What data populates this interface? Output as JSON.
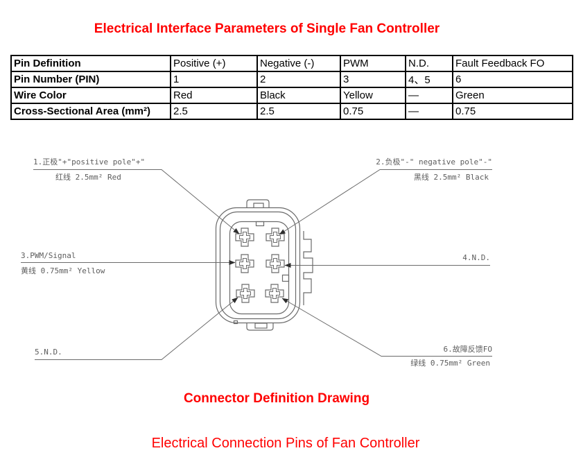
{
  "page": {
    "title": "Electrical Interface Parameters of Single Fan Controller",
    "caption_drawing": "Connector Definition Drawing",
    "caption_bottom": "Electrical Connection Pins of Fan Controller",
    "accent_color": "#ff0000"
  },
  "table": {
    "rows": [
      {
        "header": "Pin Definition",
        "cells": [
          "Positive (+)",
          "Negative (-)",
          "PWM",
          "N.D.",
          "Fault Feedback FO"
        ]
      },
      {
        "header": "Pin Number (PIN)",
        "cells": [
          "1",
          "2",
          "3",
          "4、5",
          "6"
        ]
      },
      {
        "header": "Wire Color",
        "cells": [
          "Red",
          "Black",
          "Yellow",
          "—",
          "Green"
        ]
      },
      {
        "header": "Cross-Sectional Area (mm²)",
        "cells": [
          "2.5",
          "2.5",
          "0.75",
          "—",
          "0.75"
        ]
      }
    ]
  },
  "drawing": {
    "labels": {
      "pin1_line1": "1.正极\"+\"positive pole\"+\"",
      "pin1_line2": "红线 2.5mm² Red",
      "pin2_line1": "2.负极\"-\" negative pole\"-\"",
      "pin2_line2": "黑线 2.5mm² Black",
      "pin3_line1": "3.PWM/Signal",
      "pin3_line2": "黄线 0.75mm² Yellow",
      "pin4": "4.N.D.",
      "pin5": "5.N.D.",
      "pin6_line1": "6.故障反馈FO",
      "pin6_line2": "绿线 0.75mm² Green"
    },
    "line_color": "#6a6a6a",
    "text_color": "#5c5c5c"
  }
}
